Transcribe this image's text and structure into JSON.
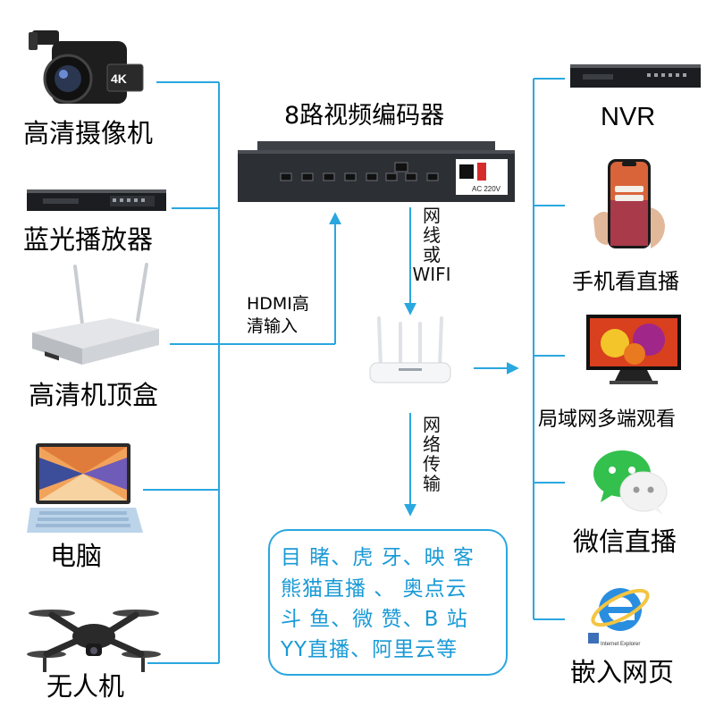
{
  "title": "8路视频编码器",
  "inputs": {
    "camera": "高清摄像机",
    "bluray": "蓝光播放器",
    "settop": "高清机顶盒",
    "pc": "电脑",
    "drone": "无人机"
  },
  "outputs": {
    "nvr": "NVR",
    "phone": "手机看直播",
    "lan": "局域网多端观看",
    "wechat": "微信直播",
    "web": "嵌入网页"
  },
  "connectors": {
    "hdmi_line1": "HDMI高",
    "hdmi_line2": "清输入",
    "lan_wifi": "网\n线\n或\nWIFI",
    "net": "网\n络\n传\n输"
  },
  "platforms": [
    "目 睹、虎 牙、映 客",
    "熊猫直播 、 奥点云",
    "斗 鱼、微 赞、B 站",
    "YY直播、阿里云等"
  ],
  "device_text": {
    "camera_badge": "4K",
    "encoder_power": "AC 220V",
    "ie_caption": "Internet Explorer"
  },
  "colors": {
    "wire": "#2aa7df",
    "platform_text": "#1a9ad6",
    "encoder_body": "#2c2f33"
  }
}
